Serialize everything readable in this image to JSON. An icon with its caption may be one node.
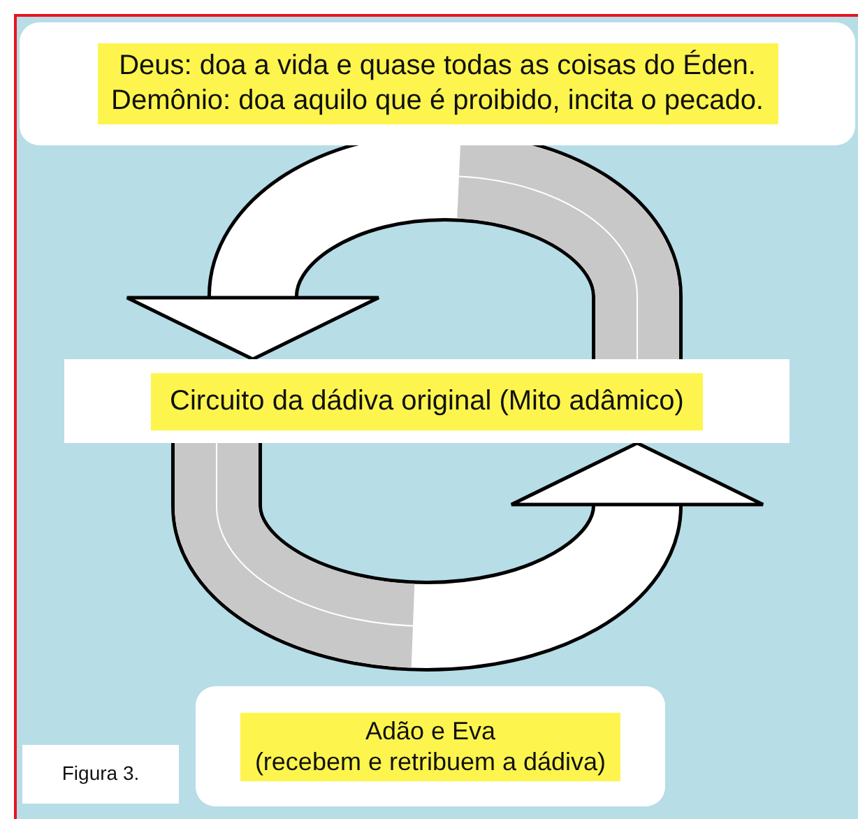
{
  "diagram": {
    "nodes": [
      {
        "text": [
          "Deus: doa a vida e quase todas as coisas do Éden.",
          "Demônio: doa aquilo que é proibido, incita o pecado."
        ]
      },
      {
        "text": [
          "Circuito da dádiva original (Mito adâmico)"
        ]
      },
      {
        "text": [
          "Adão e Eva",
          "(recebem e retribuem a dádiva)"
        ]
      },
      {
        "text": [
          "Figura 3."
        ]
      }
    ],
    "edges": [
      {
        "from": 1,
        "to": 1,
        "arrow": "to"
      },
      {
        "from": 1,
        "to": 1,
        "arrow": "to"
      }
    ]
  }
}
